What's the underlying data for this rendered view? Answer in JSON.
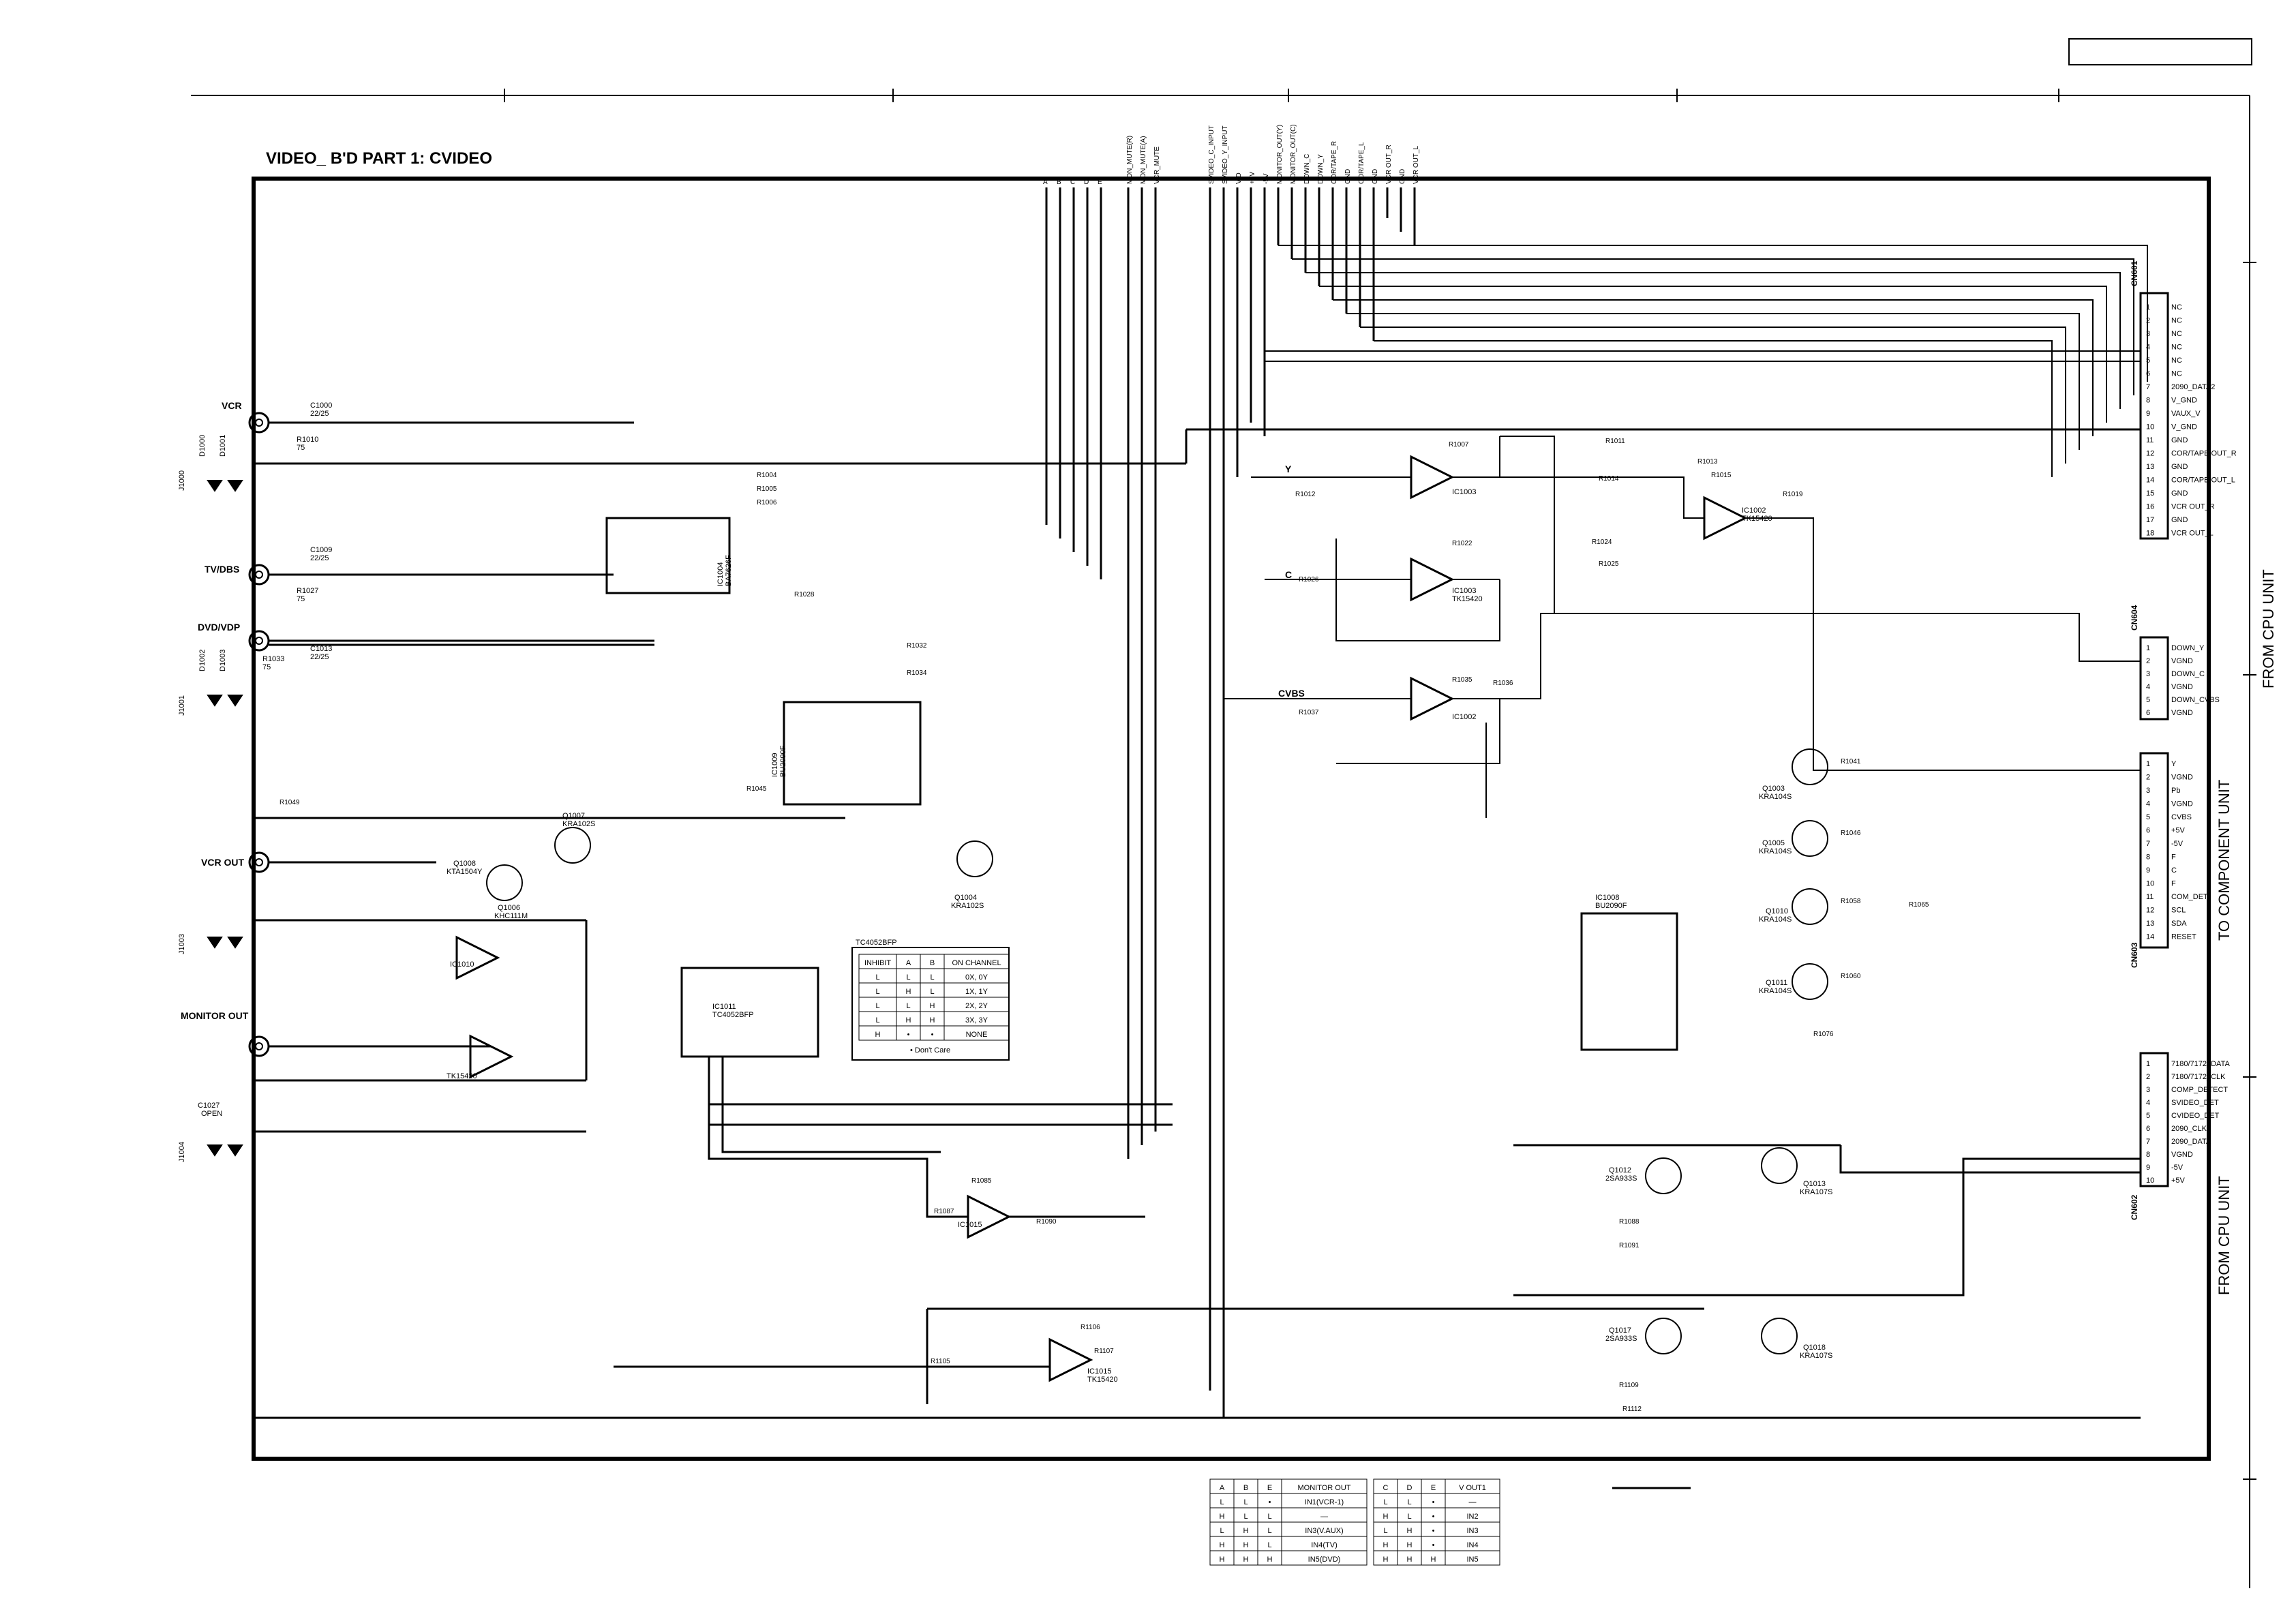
{
  "title": "VIDEO_ B'D PART 1: CVIDEO",
  "jacks": [
    {
      "id": "vcr",
      "label": "VCR"
    },
    {
      "id": "tvdbs",
      "label": "TV/DBS"
    },
    {
      "id": "dvdvdp",
      "label": "DVD/VDP"
    },
    {
      "id": "vcrout",
      "label": "VCR OUT"
    },
    {
      "id": "monout",
      "label": "MONITOR OUT"
    }
  ],
  "left_parts": {
    "c1000": "C1000",
    "c1000v": "22/25",
    "r1010": "R1010",
    "r1010v": "75",
    "c1009": "C1009",
    "c1009v": "22/25",
    "r1027": "R1027",
    "r1027v": "75",
    "c1013": "C1013",
    "c1013v": "22/25",
    "r1033": "R1033",
    "r1033v": "75",
    "j1000": "J1000",
    "j1001": "J1001",
    "j1003": "J1003",
    "j1004": "J1004",
    "d1000": "D1000",
    "d1001": "D1001",
    "d1002": "D1002",
    "d1003": "D1003",
    "open": "OPEN",
    "c1027": "C1027",
    "c1027v": "OPEN"
  },
  "cn_labels": {
    "cn601": "CN601",
    "cn604": "CN604",
    "cn603": "CN603",
    "cn602": "CN602"
  },
  "cn601_pins": [
    "NC",
    "NC",
    "NC",
    "NC",
    "NC",
    "NC",
    "2090_DATA2",
    "V_GND",
    "VAUX_V",
    "V_GND",
    "GND",
    "COR/TAPE OUT_R",
    "GND",
    "COR/TAPE OUT_L",
    "GND",
    "VCR OUT_R",
    "GND",
    "VCR OUT_L"
  ],
  "cn604_pins": [
    "DOWN_Y",
    "VGND",
    "DOWN_C",
    "VGND",
    "DOWN_CVBS",
    "VGND"
  ],
  "cn603_pins": [
    "Y",
    "VGND",
    "Pb",
    "VGND",
    "CVBS",
    "+5V",
    "-5V",
    "F",
    "C",
    "F",
    "COM_DET",
    "SCL",
    "SDA",
    "RESET"
  ],
  "cn602_pins": [
    "7180/7172_DATA",
    "7180/7172_CLK",
    "COMP_DETECT",
    "SVIDEO_DET",
    "CVIDEO_DET",
    "2090_CLK",
    "2090_DATA",
    "VGND",
    "-5V",
    "+5V"
  ],
  "side_texts": [
    "FROM CPU UNIT",
    "TO COMPONENT UNIT",
    "FROM CPU UNIT"
  ],
  "top_bus_a": [
    "A",
    "B",
    "C",
    "D",
    "E"
  ],
  "top_bus_b": [
    "MON_MUTE(R)",
    "MON_MUTE(A)",
    "VCR_MUTE"
  ],
  "top_bus_c": [
    "SVIDEO_C_INPUT",
    "SVIDEO_Y_INPUT",
    "V/D",
    "+5V",
    "-5V",
    "MONITOR_OUT(Y)",
    "MONITOR_OUT(C)",
    "DOWN_C",
    "DOWN_Y",
    "COR/TAPE_R",
    "GND",
    "COR/TAPE_L",
    "GND",
    "VCR OUT_R",
    "GND",
    "VCR OUT_L"
  ],
  "ics": [
    {
      "id": "ic1004",
      "ref": "IC1004",
      "part": "BA7626F"
    },
    {
      "id": "ic1009",
      "ref": "IC1009",
      "part": "BU2090F"
    },
    {
      "id": "ic1011",
      "ref": "IC1011",
      "part": "TC4052BFP"
    },
    {
      "id": "ic1008",
      "ref": "IC1008",
      "part": "BU2090F"
    },
    {
      "id": "ic1003",
      "ref": "IC1003",
      "part": "TK15420"
    },
    {
      "id": "ic1002",
      "ref": "IC1002",
      "part": "TK15420"
    },
    {
      "id": "ic1010",
      "ref": "IC1010",
      "part": "TK15420"
    },
    {
      "id": "ic1015",
      "ref": "IC1015",
      "part": "TK15420"
    }
  ],
  "signals": {
    "y": "Y",
    "c": "C",
    "cvbs": "CVBS"
  },
  "transistors": {
    "q1007": "Q1007",
    "q1007p": "KRA102S",
    "q1008": "Q1008",
    "q1008p": "KTA1504Y",
    "q1006": "Q1006",
    "q1006p": "KHC111M",
    "q1004": "Q1004",
    "q1004p": "KRA102S",
    "q1003": "Q1003",
    "q1005": "Q1005",
    "q1010": "Q1010",
    "q1011": "Q1011",
    "kra": "KRA104S",
    "q1012": "Q1012",
    "q1017": "Q1017",
    "q2a": "2SA933S",
    "q1013": "Q1013",
    "q1018": "Q1018",
    "kra2": "KRA107S"
  },
  "resistors": [
    "R1004",
    "R1005",
    "R1006",
    "R1028",
    "R1032",
    "R1034",
    "R1045",
    "R1049",
    "R1007",
    "R1012",
    "R1022",
    "R1026",
    "R1035",
    "R1036",
    "R1037",
    "R1011",
    "R1013",
    "R1014",
    "R1015",
    "R1019",
    "R1024",
    "R1025",
    "R1041",
    "R1046",
    "R1058",
    "R1060",
    "R1076",
    "R1065",
    "R1085",
    "R1087",
    "R1088",
    "R1090",
    "R1091",
    "R1105",
    "R1106",
    "R1107",
    "R1109",
    "R1112"
  ],
  "truth_tc4052": {
    "title": "TC4052BFP",
    "headers": [
      "INHIBIT",
      "A",
      "B",
      "ON CHANNEL"
    ],
    "rows": [
      [
        "L",
        "L",
        "L",
        "0X, 0Y"
      ],
      [
        "L",
        "H",
        "L",
        "1X, 1Y"
      ],
      [
        "L",
        "L",
        "H",
        "2X, 2Y"
      ],
      [
        "L",
        "H",
        "H",
        "3X, 3Y"
      ],
      [
        "H",
        "•",
        "•",
        "NONE"
      ]
    ],
    "note": "• Don't Care"
  },
  "table_monitor": {
    "headers": [
      "A",
      "B",
      "E",
      "MONITOR OUT"
    ],
    "rows": [
      [
        "L",
        "L",
        "•",
        "IN1(VCR-1)"
      ],
      [
        "H",
        "L",
        "L",
        "—"
      ],
      [
        "L",
        "H",
        "L",
        "IN3(V.AUX)"
      ],
      [
        "H",
        "H",
        "L",
        "IN4(TV)"
      ],
      [
        "H",
        "H",
        "H",
        "IN5(DVD)"
      ]
    ]
  },
  "table_vout": {
    "headers": [
      "C",
      "D",
      "E",
      "V OUT1"
    ],
    "rows": [
      [
        "L",
        "L",
        "•",
        "—"
      ],
      [
        "H",
        "L",
        "•",
        "IN2"
      ],
      [
        "L",
        "H",
        "•",
        "IN3"
      ],
      [
        "H",
        "H",
        "•",
        "IN4"
      ],
      [
        "H",
        "H",
        "H",
        "IN5"
      ]
    ]
  }
}
